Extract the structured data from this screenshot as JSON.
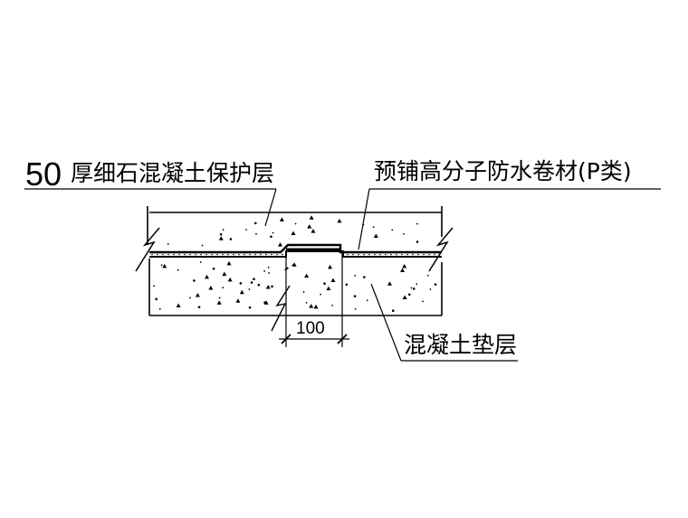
{
  "labels": {
    "protection_thickness": "50",
    "protection_layer": "厚细石混凝土保护层",
    "membrane": "预铺高分子防水卷材(P类)",
    "cushion_layer": "混凝土垫层",
    "overlap_width": "100"
  }
}
